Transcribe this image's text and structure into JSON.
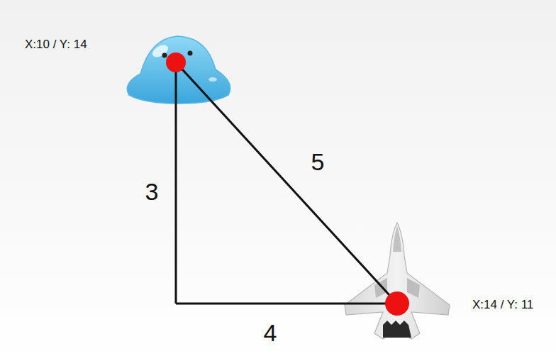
{
  "diagram": {
    "labels": [
      "X:10 / Y: 14",
      "3",
      "5",
      "4",
      "X:14 / Y: 11"
    ]
  }
}
